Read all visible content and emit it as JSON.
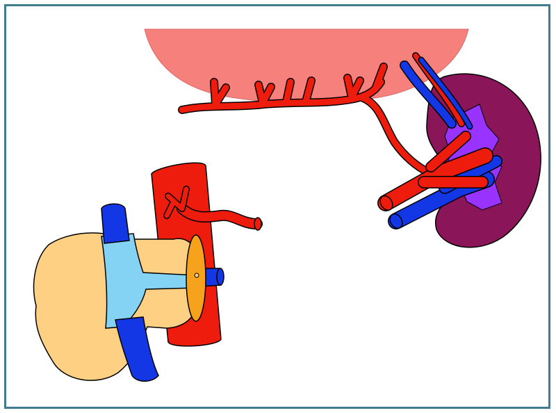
{
  "figure": {
    "colors": {
      "frame": "#3f7d8e",
      "artery": "#ee1c0c",
      "vein": "#1437e6",
      "organ_pink": "#f5807c",
      "kidney": "#8a1559",
      "renal_pelvis": "#9933ff",
      "pancreas": "#fdd083",
      "vein_light": "#84d2f4",
      "duct_orange": "#f7a21c"
    },
    "parts": [
      "pink-organ",
      "branching-artery",
      "kidney",
      "renal-artery-vein",
      "aorta-segment",
      "pancreas-graft",
      "portal-vein",
      "duct"
    ]
  }
}
